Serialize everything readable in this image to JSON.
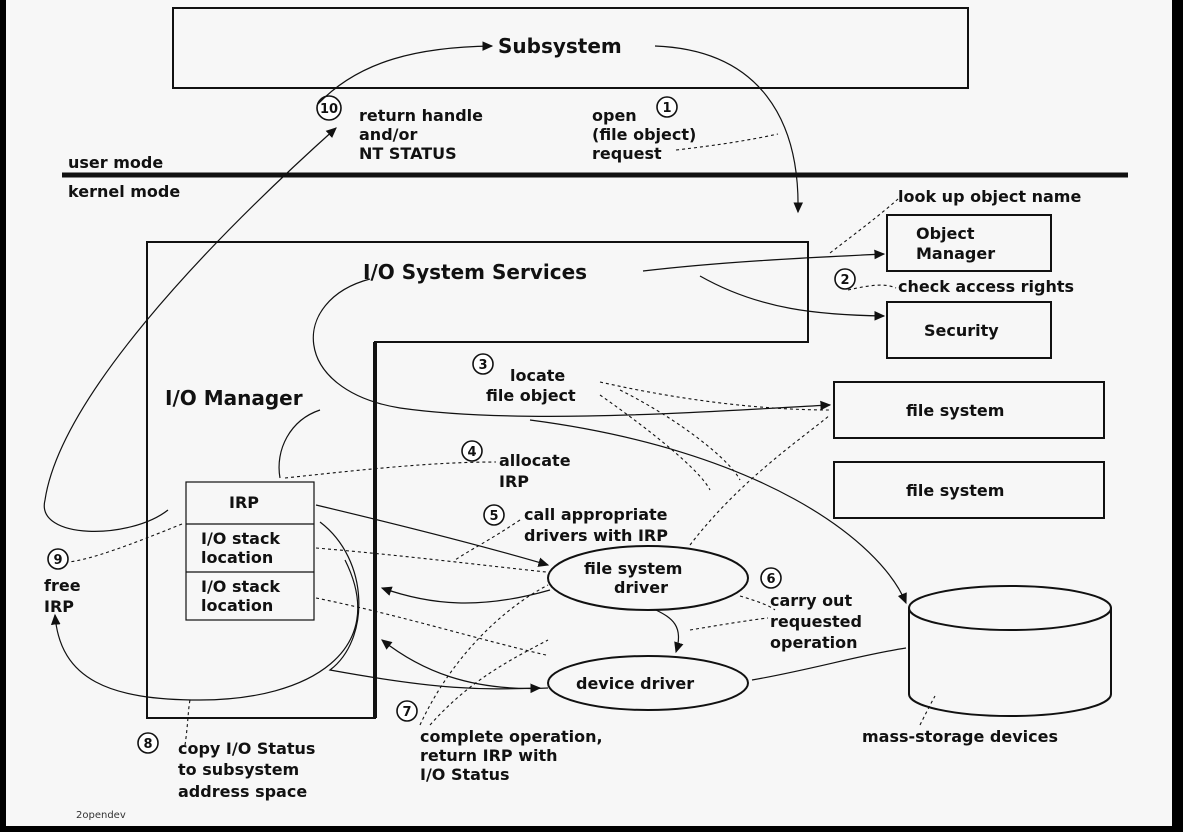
{
  "diagram": {
    "subsystem": "Subsystem",
    "user_mode": "user mode",
    "kernel_mode": "kernel mode",
    "io_system_services": "I/O System Services",
    "io_manager": "I/O Manager",
    "object_manager": [
      "Object",
      "Manager"
    ],
    "security": "Security",
    "file_system_1": "file system",
    "file_system_2": "file system",
    "irp": "IRP",
    "io_stack_location_1": [
      "I/O stack",
      "location"
    ],
    "io_stack_location_2": [
      "I/O stack",
      "location"
    ],
    "file_system_driver": [
      "file system",
      "driver"
    ],
    "device_driver": "device driver",
    "mass_storage": "mass-storage devices",
    "watermark": "2opendev",
    "steps": [
      {
        "num": "1",
        "lines": [
          "open",
          "(file object)",
          "request"
        ]
      },
      {
        "num": "2",
        "lines": [
          "check access rights"
        ]
      },
      {
        "num": "3",
        "lines": [
          "locate",
          "file object"
        ]
      },
      {
        "num": "4",
        "lines": [
          "allocate",
          "IRP"
        ]
      },
      {
        "num": "5",
        "lines": [
          "call appropriate",
          "drivers with IRP"
        ]
      },
      {
        "num": "6",
        "lines": [
          "carry out",
          "requested",
          "operation"
        ]
      },
      {
        "num": "7",
        "lines": [
          "complete operation,",
          "return IRP with",
          "I/O Status"
        ]
      },
      {
        "num": "8",
        "lines": [
          "copy I/O Status",
          "to subsystem",
          "address space"
        ]
      },
      {
        "num": "9",
        "lines": [
          "free",
          "IRP"
        ]
      },
      {
        "num": "10",
        "lines": [
          "return handle",
          "and/or",
          "NT STATUS"
        ]
      }
    ],
    "lookup_label": "look up object name"
  }
}
